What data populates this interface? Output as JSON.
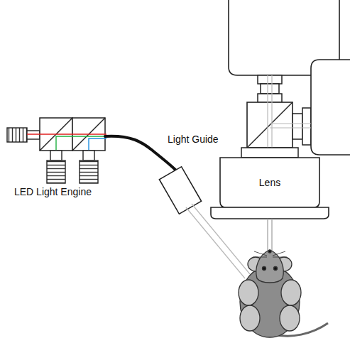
{
  "diagram": {
    "nodes": [
      {
        "text": [
          "Lens"
        ]
      }
    ],
    "labels": [
      "Light Guide",
      "LED Light Engine"
    ]
  }
}
